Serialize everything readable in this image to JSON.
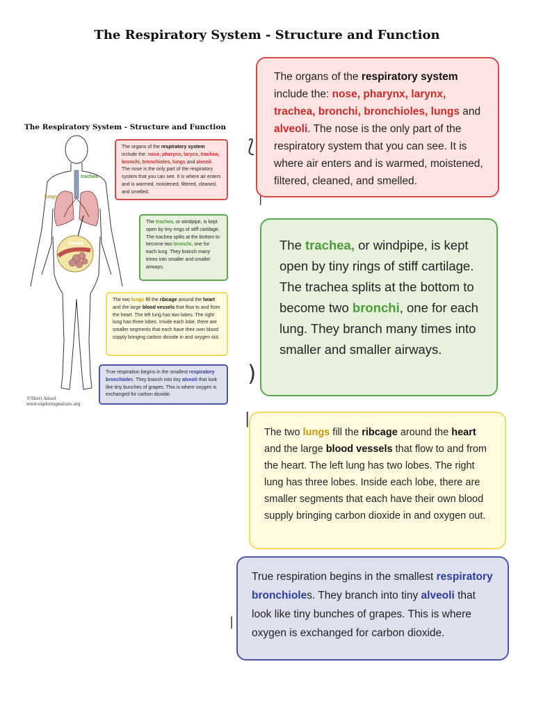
{
  "title": "The Respiratory System - Structure and Function",
  "diagram_labels": {
    "lungs": "lungs",
    "trachea": "trachea",
    "alveoli": "alveoli"
  },
  "credit": {
    "line1": "©Sheri Amsel",
    "line2": "www.exploringnature.org"
  },
  "boxes": {
    "organs": {
      "color": "#d64a4a",
      "t1": "The organs of the ",
      "k1": "respiratory system",
      "t2": " include the: ",
      "k2": "nose, pharynx, larynx, trachea, bronchi, bronchioles, lungs",
      "t3": " and ",
      "k3": "alveoli",
      "t4": ". The nose is the only part of the respiratory system that you can see. It is where air enters and is warmed, moistened, filtered, cleaned, and smelled."
    },
    "trachea": {
      "color": "#5aa84e",
      "t1": "The ",
      "k1": "trachea,",
      "t2": " or windpipe, is kept open by tiny rings of stiff cartilage. The trachea splits at the bottom to become two ",
      "k2": "bronchi",
      "t3": ", one for each lung. They branch many times into smaller and smaller airways."
    },
    "lungs": {
      "color": "#f0dc5a",
      "t1": "The two ",
      "k1": "lungs",
      "t2": " fill the ",
      "k2": "ribcage",
      "t3": " around the ",
      "k3": "heart",
      "t4": " and the large ",
      "k4": "blood vessels",
      "t5": " that flow to and from the heart. The left lung has two lobes. The right lung has three lobes. Inside each lobe, there are smaller segments that each have their own blood supply bringing carbon dioxide in and oxygen out."
    },
    "respiration": {
      "color": "#4a55a8",
      "t1": "True respiration begins in the smallest ",
      "k1": "respiratory bronchiole",
      "t2": "s. They branch into tiny ",
      "k2": "alveoli",
      "t3": " that look like tiny bunches of grapes. This is where oxygen is exchanged for carbon dioxide."
    }
  }
}
